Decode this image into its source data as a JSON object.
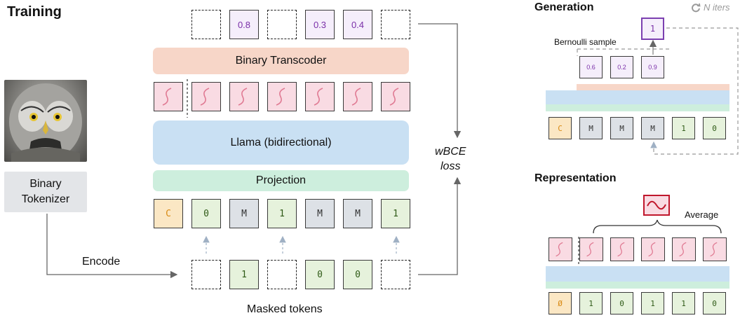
{
  "training": {
    "title": "Training",
    "tokenizer_label_1": "Binary",
    "tokenizer_label_2": "Tokenizer",
    "encode_label": "Encode",
    "masked_tokens_label": "Masked tokens",
    "loss_label_1": "wBCE",
    "loss_label_2": "loss",
    "transcoder_label": "Binary Transcoder",
    "llama_label": "Llama (bidirectional)",
    "projection_label": "Projection",
    "output_values": [
      "",
      "0.8",
      "",
      "0.3",
      "0.4",
      ""
    ],
    "input_tokens": [
      "C",
      "0",
      "M",
      "1",
      "M",
      "M",
      "1"
    ],
    "masked_tokens": [
      "",
      "1",
      "",
      "0",
      "0",
      ""
    ]
  },
  "generation": {
    "title": "Generation",
    "iters_label": "N iters",
    "sample_label": "Bernoulli sample",
    "sampled_value": "1",
    "probabilities": [
      "0.6",
      "0.2",
      "0.9"
    ],
    "tokens": [
      "C",
      "M",
      "M",
      "M",
      "1",
      "0"
    ]
  },
  "representation": {
    "title": "Representation",
    "average_label": "Average",
    "tokens": [
      "Ø",
      "1",
      "0",
      "1",
      "1",
      "0"
    ]
  },
  "colors": {
    "transcoder": "#f7d6c8",
    "llama": "#c9e0f3",
    "projection": "#cdeedd",
    "token_green": "#e6f2dc",
    "token_gray": "#dde1e6",
    "token_orange": "#fbe7c4",
    "prob_purple": "#f5eefb",
    "embed_pink": "#f9dbe3"
  }
}
